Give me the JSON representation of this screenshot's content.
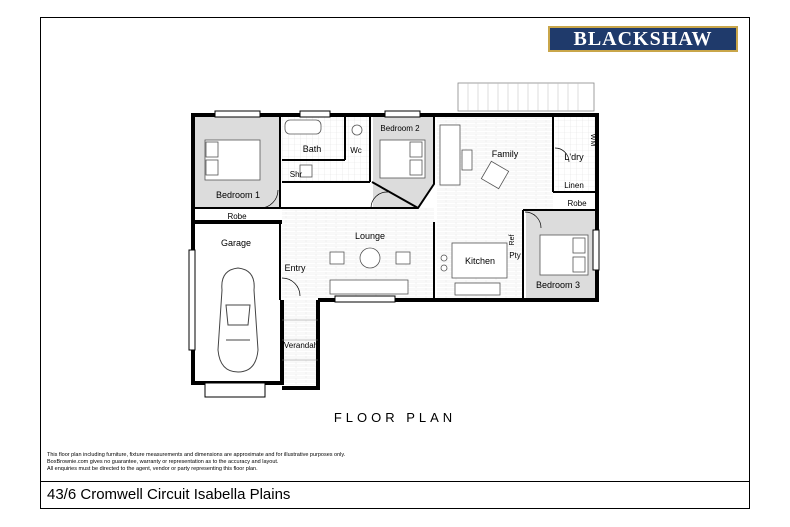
{
  "brand": {
    "logo_text": "BLACKSHAW",
    "logo_bg": "#1f3a6b",
    "logo_border": "#c9a64a"
  },
  "plan": {
    "title": "FLOOR PLAN",
    "rooms": {
      "bedroom1": "Bedroom 1",
      "bath": "Bath",
      "shr": "Shr",
      "wc": "Wc",
      "bedroom2": "Bedroom 2",
      "family": "Family",
      "ldry": "L'dry",
      "wm": "WM",
      "linen": "Linen",
      "robe1": "Robe",
      "robe2": "Robe",
      "garage": "Garage",
      "lounge": "Lounge",
      "ref": "Ref",
      "pty": "Pty",
      "kitchen": "Kitchen",
      "entry": "Entry",
      "bedroom3": "Bedroom 3",
      "verandah": "Verandah"
    },
    "colors": {
      "bedroom_fill": "#dcdcdc",
      "wall": "#000000"
    }
  },
  "disclaimer": [
    "This floor plan including furniture, fixture measurements and dimensions are approximate and for illustrative purposes only.",
    "BoxBrownie.com gives no guarantee, warranty or representation as to the accuracy and layout.",
    "All enquiries must be directed to the agent, vendor or party representing this floor plan."
  ],
  "address": "43/6 Cromwell Circuit Isabella Plains"
}
